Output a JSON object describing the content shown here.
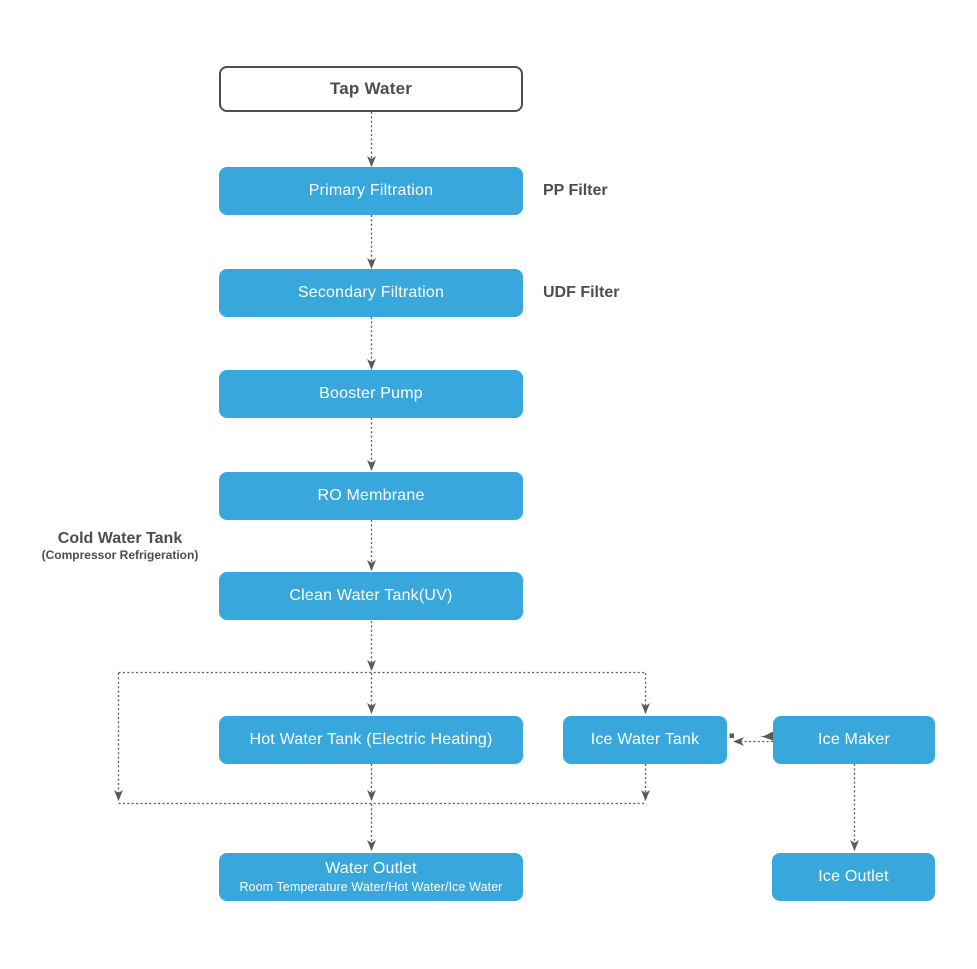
{
  "colors": {
    "node_fill": "#38a8dc",
    "node_text": "#ffffff",
    "start_fill": "#ffffff",
    "start_border": "#4d4d4d",
    "annotation_text": "#4d4d4d",
    "connector": "#5a5a5a"
  },
  "nodes": {
    "tap_water": {
      "label": "Tap Water"
    },
    "primary_filtration": {
      "label": "Primary Filtration"
    },
    "secondary_filtration": {
      "label": "Secondary Filtration"
    },
    "booster_pump": {
      "label": "Booster Pump"
    },
    "ro_membrane": {
      "label": "RO Membrane"
    },
    "clean_water_tank": {
      "label": "Clean Water Tank(UV)"
    },
    "hot_water_tank": {
      "label": "Hot Water Tank (Electric Heating)"
    },
    "ice_water_tank": {
      "label": "Ice Water Tank"
    },
    "ice_maker": {
      "label": "Ice Maker"
    },
    "water_outlet": {
      "label": "Water Outlet",
      "sublabel": "Room Temperature Water/Hot Water/Ice Water"
    },
    "ice_outlet": {
      "label": "Ice Outlet"
    }
  },
  "annotations": {
    "pp_filter": "PP Filter",
    "udf_filter": "UDF Filter",
    "cold_water_line1": "Cold Water Tank",
    "cold_water_line2": "(Compressor Refrigeration)"
  },
  "edges": [
    {
      "from": "tap_water",
      "to": "primary_filtration"
    },
    {
      "from": "primary_filtration",
      "to": "secondary_filtration"
    },
    {
      "from": "secondary_filtration",
      "to": "booster_pump"
    },
    {
      "from": "booster_pump",
      "to": "ro_membrane"
    },
    {
      "from": "ro_membrane",
      "to": "clean_water_tank"
    },
    {
      "from": "clean_water_tank",
      "to": "hot_water_tank"
    },
    {
      "from": "clean_water_tank",
      "to": "ice_water_tank"
    },
    {
      "from": "clean_water_tank",
      "to": "water_outlet"
    },
    {
      "from": "hot_water_tank",
      "to": "water_outlet"
    },
    {
      "from": "ice_water_tank",
      "to": "water_outlet"
    },
    {
      "from": "ice_maker",
      "to": "ice_water_tank"
    },
    {
      "from": "ice_maker",
      "to": "ice_outlet"
    }
  ]
}
